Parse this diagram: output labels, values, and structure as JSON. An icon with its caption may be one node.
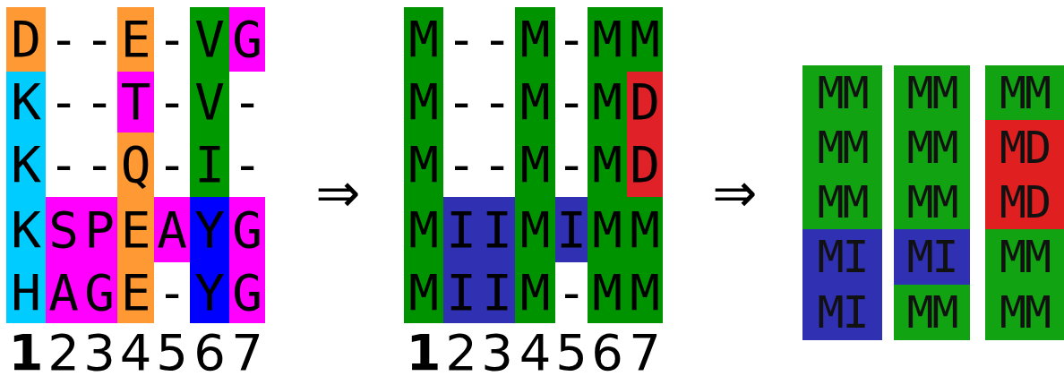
{
  "diagram": {
    "labels": [
      "D",
      "-",
      "-",
      "E",
      "-",
      "V",
      "G",
      "K",
      "-",
      "-",
      "T",
      "-",
      "V",
      "-",
      "K",
      "-",
      "-",
      "Q",
      "-",
      "I",
      "-",
      "K",
      "S",
      "P",
      "E",
      "A",
      "Y",
      "G",
      "H",
      "A",
      "G",
      "E",
      "-",
      "Y",
      "G",
      "1",
      "2",
      "3",
      "4",
      "5",
      "6",
      "7",
      "⇒",
      "M",
      "-",
      "-",
      "M",
      "-",
      "M",
      "M",
      "M",
      "-",
      "-",
      "M",
      "-",
      "M",
      "D",
      "M",
      "-",
      "-",
      "M",
      "-",
      "M",
      "D",
      "M",
      "I",
      "I",
      "M",
      "I",
      "M",
      "M",
      "M",
      "I",
      "I",
      "M",
      "-",
      "M",
      "M",
      "1",
      "2",
      "3",
      "4",
      "5",
      "6",
      "7",
      "⇒",
      "MM",
      "MM",
      "MM",
      "MM",
      "MM",
      "MD",
      "MM",
      "MM",
      "MD",
      "MI",
      "MI",
      "MM",
      "MI",
      "MM",
      "MM"
    ]
  }
}
